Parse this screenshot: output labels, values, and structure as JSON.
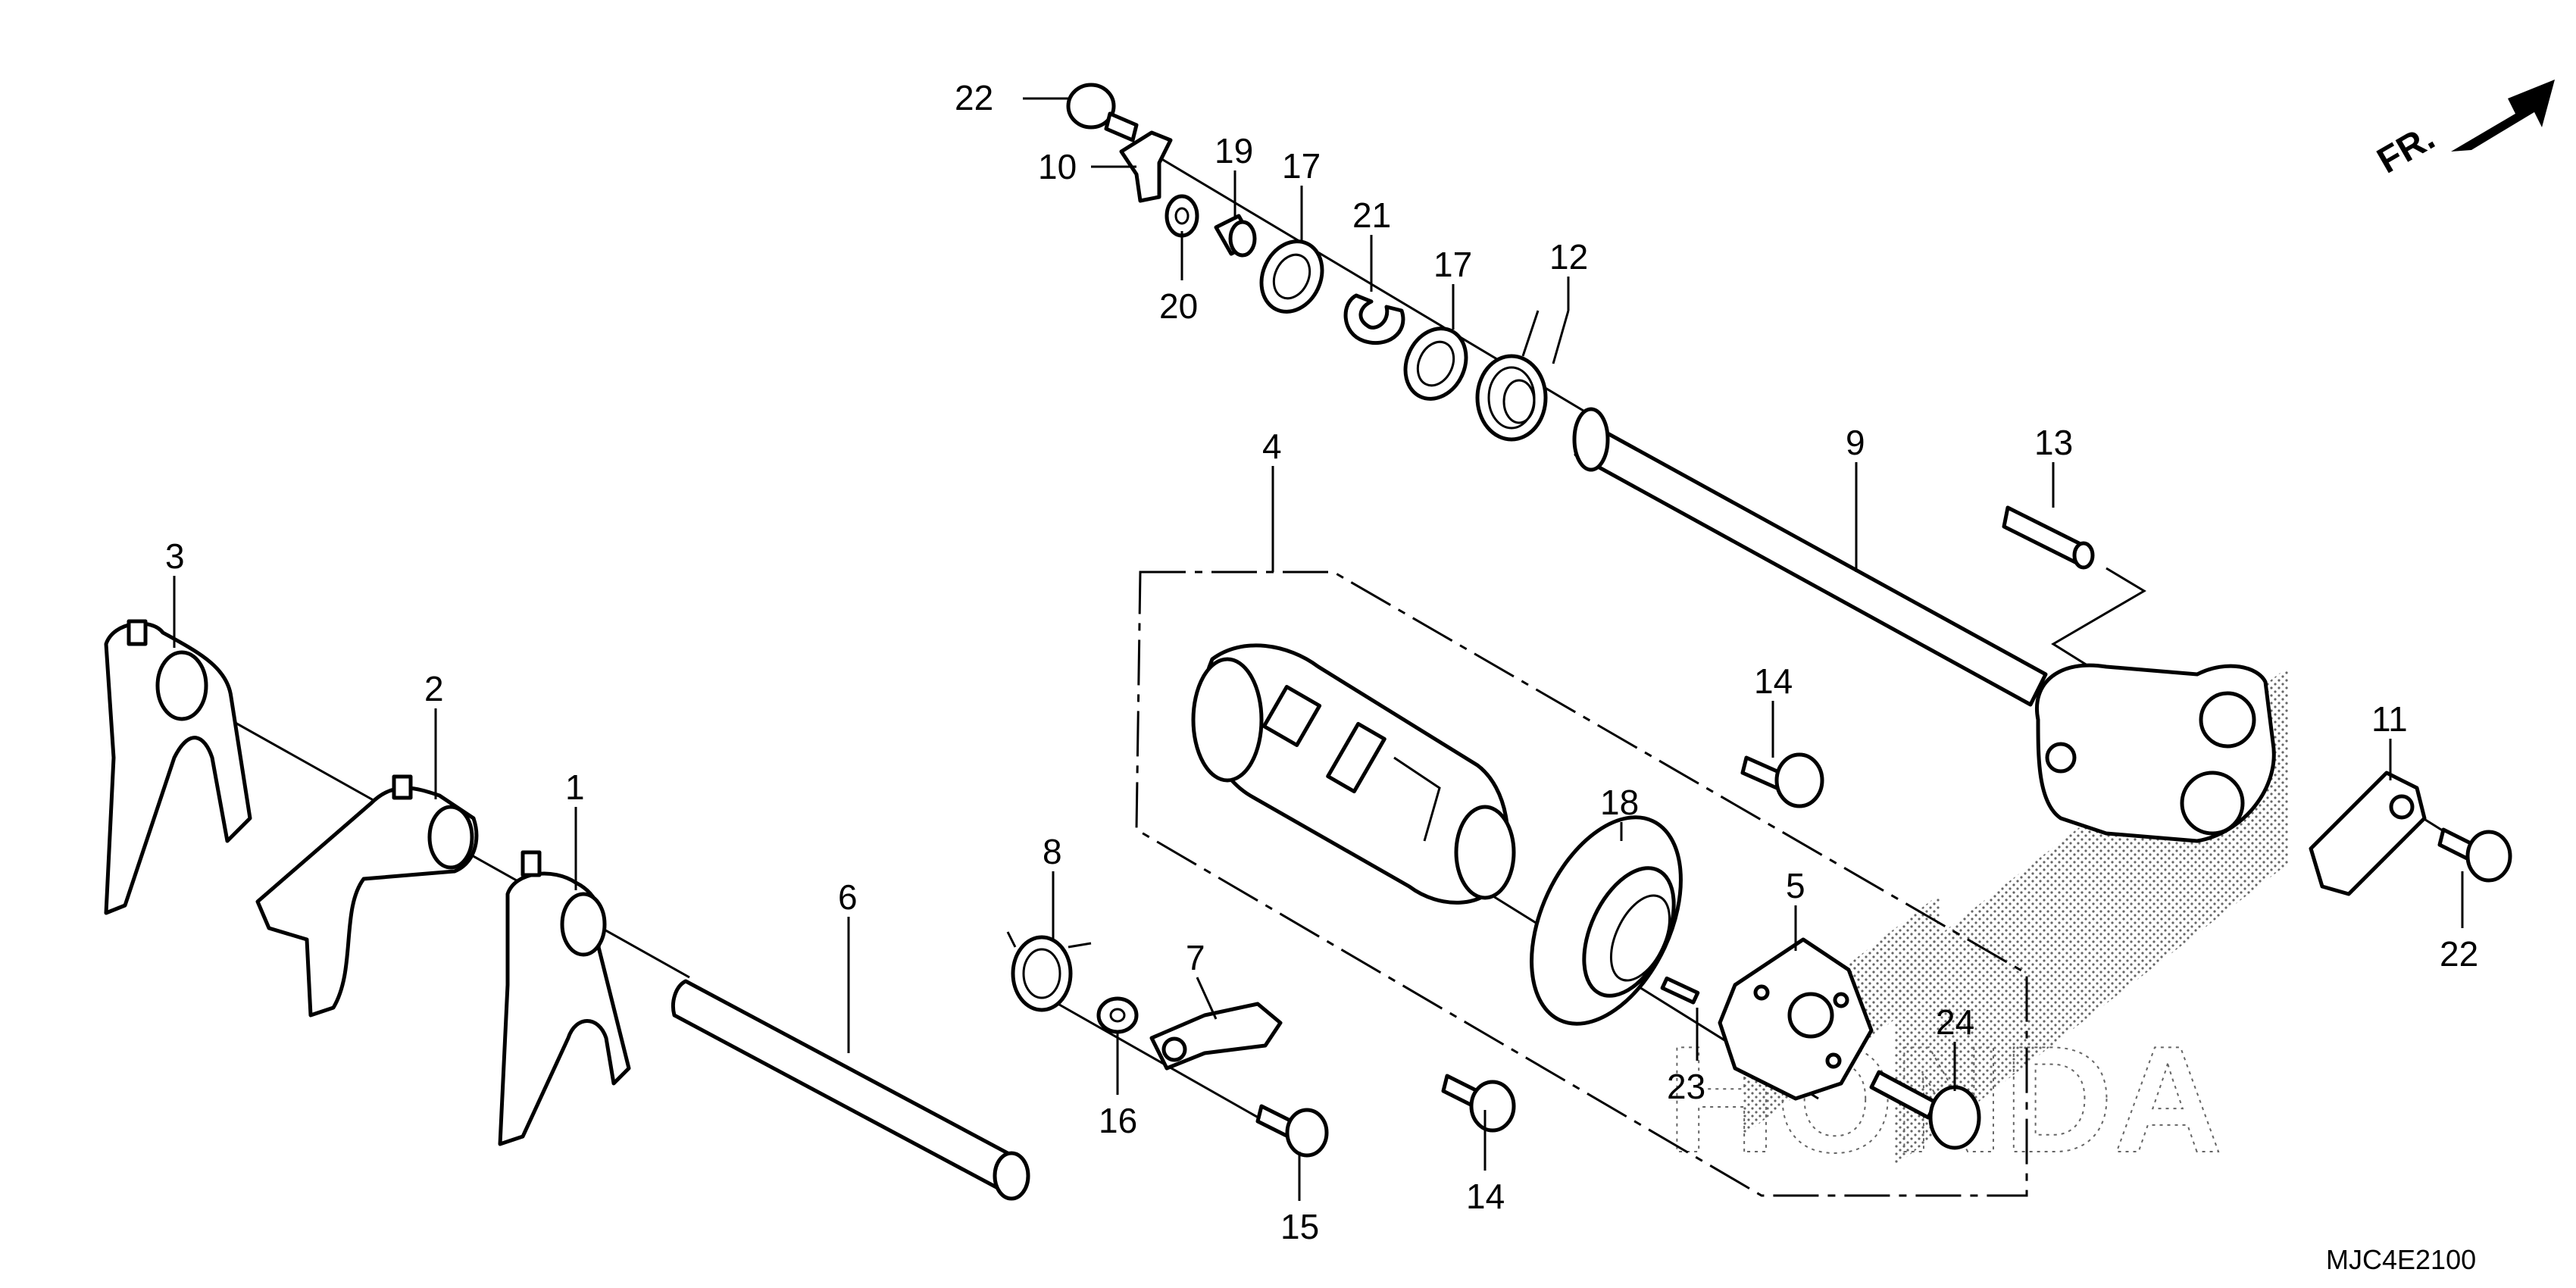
{
  "direction_label": "FR.",
  "diagram_code": "MJC4E2100",
  "watermark_text": "HONDA",
  "icons": {
    "direction_arrow": "front-direction-arrow-icon"
  },
  "callouts": [
    {
      "id": "c1",
      "label": "1"
    },
    {
      "id": "c2",
      "label": "2"
    },
    {
      "id": "c3",
      "label": "3"
    },
    {
      "id": "c4",
      "label": "4"
    },
    {
      "id": "c5",
      "label": "5"
    },
    {
      "id": "c6",
      "label": "6"
    },
    {
      "id": "c7",
      "label": "7"
    },
    {
      "id": "c8",
      "label": "8"
    },
    {
      "id": "c9",
      "label": "9"
    },
    {
      "id": "c10",
      "label": "10"
    },
    {
      "id": "c11",
      "label": "11"
    },
    {
      "id": "c12",
      "label": "12"
    },
    {
      "id": "c13",
      "label": "13"
    },
    {
      "id": "c14a",
      "label": "14"
    },
    {
      "id": "c14b",
      "label": "14"
    },
    {
      "id": "c15",
      "label": "15"
    },
    {
      "id": "c16",
      "label": "16"
    },
    {
      "id": "c17a",
      "label": "17"
    },
    {
      "id": "c17b",
      "label": "17"
    },
    {
      "id": "c18",
      "label": "18"
    },
    {
      "id": "c19",
      "label": "19"
    },
    {
      "id": "c20",
      "label": "20"
    },
    {
      "id": "c21",
      "label": "21"
    },
    {
      "id": "c22a",
      "label": "22"
    },
    {
      "id": "c22b",
      "label": "22"
    },
    {
      "id": "c23",
      "label": "23"
    },
    {
      "id": "c24",
      "label": "24"
    }
  ]
}
